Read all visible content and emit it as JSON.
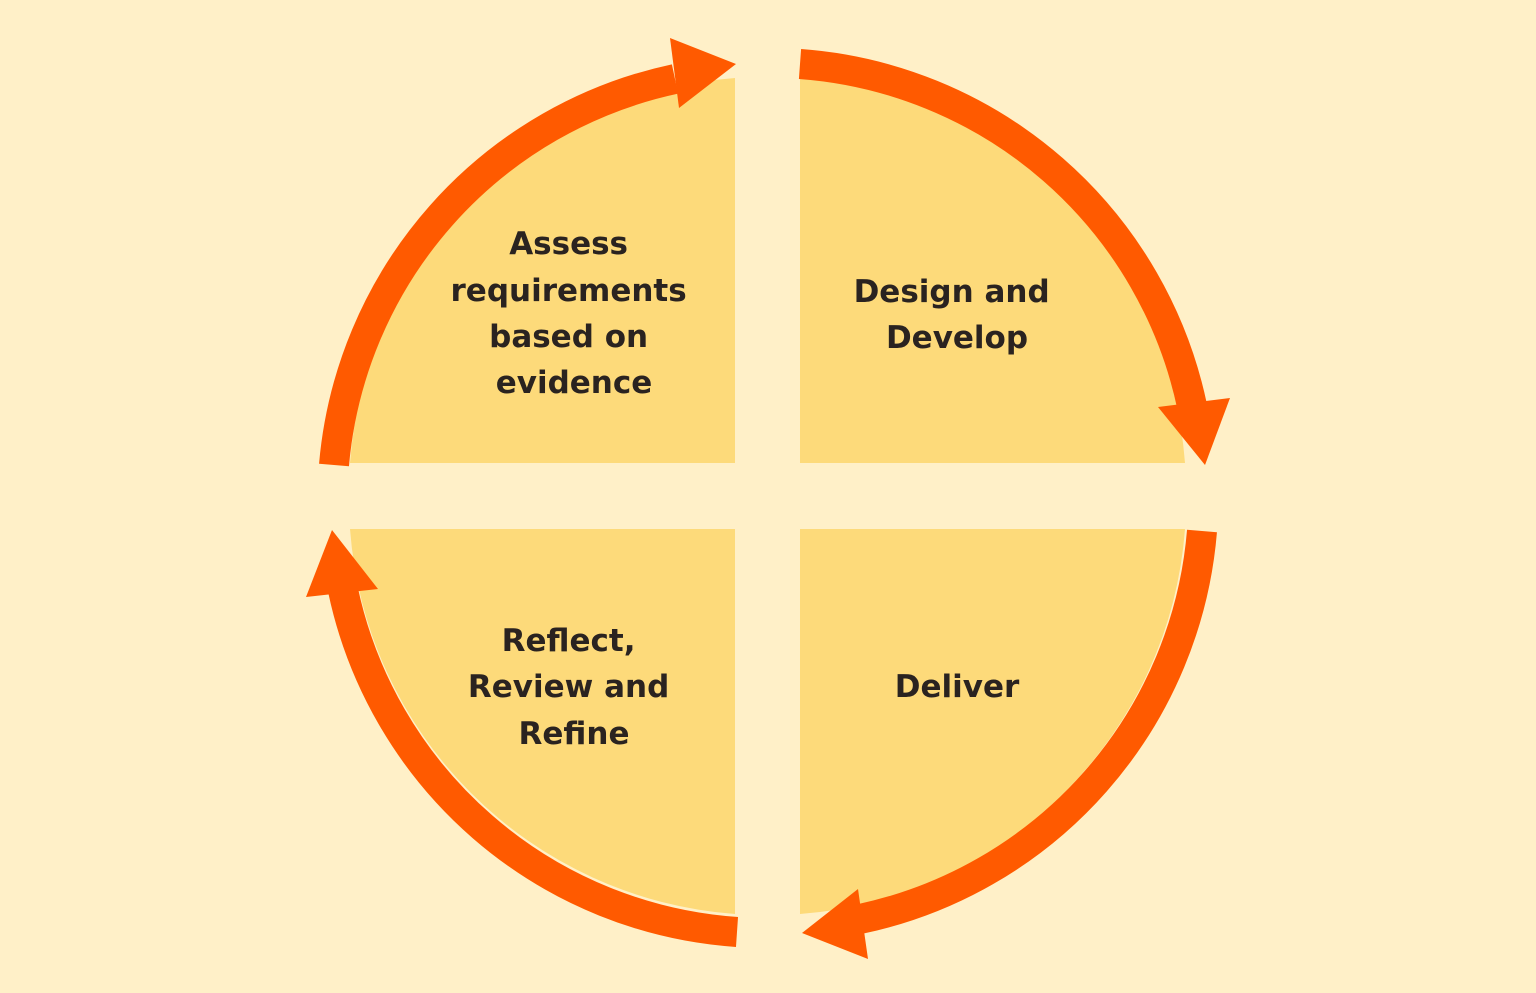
{
  "diagram": {
    "type": "cycle",
    "colors": {
      "background": "#FFF0C8",
      "quadrant_fill": "#FDDA7A",
      "arrow": "#FF5A00",
      "text": "#2A2320"
    },
    "stages": [
      {
        "id": "assess",
        "lines": [
          "Assess",
          "requirements",
          "based on",
          "evidence"
        ]
      },
      {
        "id": "design",
        "lines": [
          "Design and",
          "Develop"
        ]
      },
      {
        "id": "deliver",
        "lines": [
          "Deliver"
        ]
      },
      {
        "id": "reflect",
        "lines": [
          "Reflect,",
          "Review and",
          "Refine"
        ]
      }
    ],
    "flow_direction": "clockwise"
  }
}
